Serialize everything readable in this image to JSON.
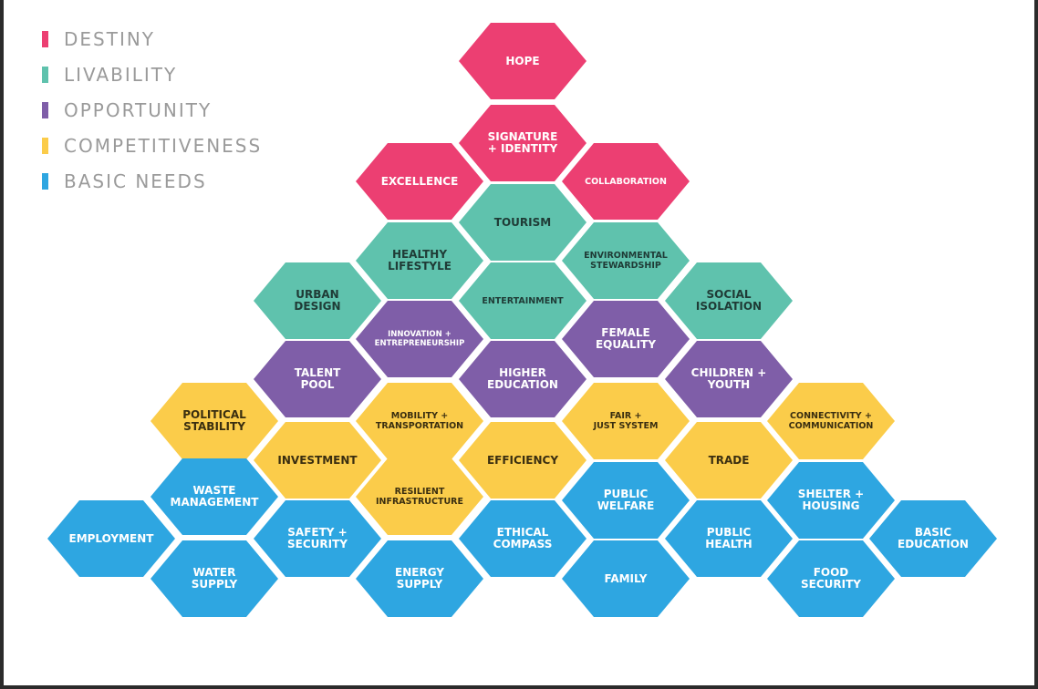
{
  "colors": {
    "destiny": "#ec3f72",
    "livability": "#5fc2ad",
    "opportunity": "#7f5ea8",
    "competitiveness": "#fbcc4a",
    "basic_needs": "#2ea6e1"
  },
  "legend": [
    {
      "label": "DESTINY",
      "category": "destiny"
    },
    {
      "label": "LIVABILITY",
      "category": "livability"
    },
    {
      "label": "OPPORTUNITY",
      "category": "opportunity"
    },
    {
      "label": "COMPETITIVENESS",
      "category": "competitiveness"
    },
    {
      "label": "BASIC NEEDS",
      "category": "basic_needs"
    }
  ],
  "hexagons": [
    {
      "label": "HOPE",
      "category": "destiny"
    },
    {
      "label": "SIGNATURE\n+ IDENTITY",
      "category": "destiny"
    },
    {
      "label": "EXCELLENCE",
      "category": "destiny"
    },
    {
      "label": "COLLABORATION",
      "category": "destiny"
    },
    {
      "label": "TOURISM",
      "category": "livability"
    },
    {
      "label": "HEALTHY\nLIFESTYLE",
      "category": "livability"
    },
    {
      "label": "ENVIRONMENTAL\nSTEWARDSHIP",
      "category": "livability"
    },
    {
      "label": "URBAN\nDESIGN",
      "category": "livability"
    },
    {
      "label": "ENTERTAINMENT",
      "category": "livability"
    },
    {
      "label": "SOCIAL\nISOLATION",
      "category": "livability"
    },
    {
      "label": "INNOVATION +\nENTREPRENEURSHIP",
      "category": "opportunity"
    },
    {
      "label": "FEMALE\nEQUALITY",
      "category": "opportunity"
    },
    {
      "label": "TALENT\nPOOL",
      "category": "opportunity"
    },
    {
      "label": "HIGHER\nEDUCATION",
      "category": "opportunity"
    },
    {
      "label": "CHILDREN +\nYOUTH",
      "category": "opportunity"
    },
    {
      "label": "POLITICAL\nSTABILITY",
      "category": "competitiveness"
    },
    {
      "label": "MOBILITY +\nTRANSPORTATION",
      "category": "competitiveness"
    },
    {
      "label": "FAIR +\nJUST SYSTEM",
      "category": "competitiveness"
    },
    {
      "label": "CONNECTIVITY +\nCOMMUNICATION",
      "category": "competitiveness"
    },
    {
      "label": "INVESTMENT",
      "category": "competitiveness"
    },
    {
      "label": "EFFICIENCY",
      "category": "competitiveness"
    },
    {
      "label": "TRADE",
      "category": "competitiveness"
    },
    {
      "label": "RESILIENT\nINFRASTRUCTURE",
      "category": "competitiveness"
    },
    {
      "label": "WASTE\nMANAGEMENT",
      "category": "basic_needs"
    },
    {
      "label": "PUBLIC\nWELFARE",
      "category": "basic_needs"
    },
    {
      "label": "SHELTER +\nHOUSING",
      "category": "basic_needs"
    },
    {
      "label": "EMPLOYMENT",
      "category": "basic_needs"
    },
    {
      "label": "SAFETY +\nSECURITY",
      "category": "basic_needs"
    },
    {
      "label": "ETHICAL\nCOMPASS",
      "category": "basic_needs"
    },
    {
      "label": "PUBLIC\nHEALTH",
      "category": "basic_needs"
    },
    {
      "label": "BASIC\nEDUCATION",
      "category": "basic_needs"
    },
    {
      "label": "WATER\nSUPPLY",
      "category": "basic_needs"
    },
    {
      "label": "ENERGY\nSUPPLY",
      "category": "basic_needs"
    },
    {
      "label": "FAMILY",
      "category": "basic_needs"
    },
    {
      "label": "FOOD\nSECURITY",
      "category": "basic_needs"
    }
  ]
}
